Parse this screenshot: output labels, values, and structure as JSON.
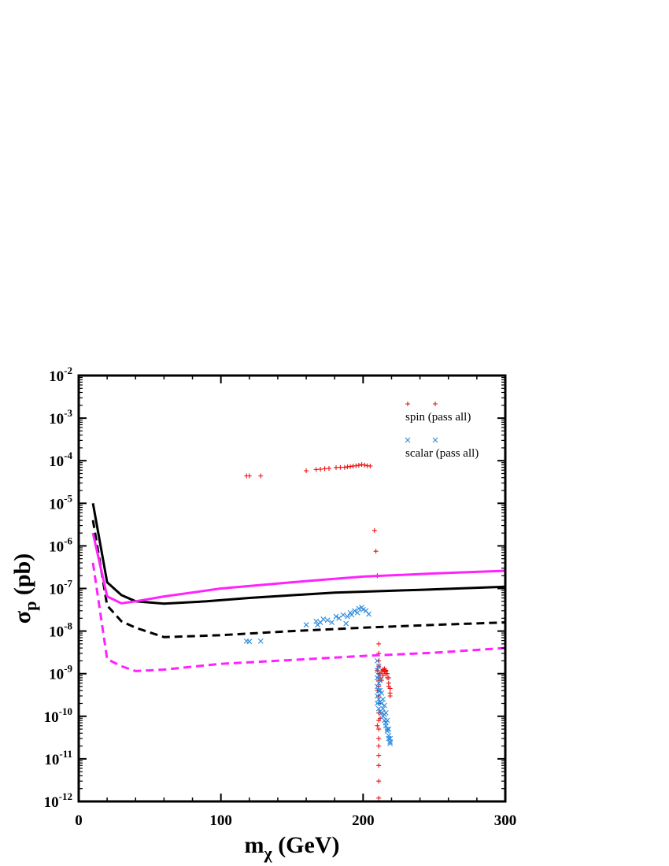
{
  "chart_data": {
    "type": "scatter",
    "xlabel": "m",
    "xlabel_sub": "χ",
    "xlabel_unit": " (GeV)",
    "ylabel": "σ",
    "ylabel_sub": "p",
    "ylabel_unit": " (pb)",
    "xlim": [
      0,
      300
    ],
    "ylim_log10": [
      -12,
      -2
    ],
    "log_y": true,
    "x_ticks": [
      0,
      100,
      200,
      300
    ],
    "y_ticks": [
      {
        "exp": -2,
        "label": "10",
        "sup": "-2"
      },
      {
        "exp": -3,
        "label": "10",
        "sup": "-3"
      },
      {
        "exp": -4,
        "label": "10",
        "sup": "-4"
      },
      {
        "exp": -5,
        "label": "10",
        "sup": "-5"
      },
      {
        "exp": -6,
        "label": "10",
        "sup": "-6"
      },
      {
        "exp": -7,
        "label": "10",
        "sup": "-7"
      },
      {
        "exp": -8,
        "label": "10",
        "sup": "-8"
      },
      {
        "exp": -9,
        "label": "10",
        "sup": "-9"
      },
      {
        "exp": -10,
        "label": "10",
        "sup": "-10"
      },
      {
        "exp": -11,
        "label": "10",
        "sup": "-11"
      },
      {
        "exp": -12,
        "label": "10",
        "sup": "-12"
      }
    ],
    "legend_position": "top-right",
    "series": [
      {
        "name": "spin (pass all)",
        "kind": "points",
        "marker": "plus",
        "color": "#ee1111",
        "points": [
          [
            118,
            4.4e-05
          ],
          [
            120,
            4.4e-05
          ],
          [
            128,
            4.4e-05
          ],
          [
            160,
            5.8e-05
          ],
          [
            167,
            6.2e-05
          ],
          [
            170,
            6.3e-05
          ],
          [
            173,
            6.5e-05
          ],
          [
            176,
            6.6e-05
          ],
          [
            181,
            6.9e-05
          ],
          [
            184,
            7e-05
          ],
          [
            187,
            7e-05
          ],
          [
            189,
            7.2e-05
          ],
          [
            191,
            7.3e-05
          ],
          [
            193,
            7.5e-05
          ],
          [
            195,
            7.6e-05
          ],
          [
            197,
            7.8e-05
          ],
          [
            199,
            8.1e-05
          ],
          [
            201,
            7.9e-05
          ],
          [
            203,
            7.6e-05
          ],
          [
            205,
            7.5e-05
          ],
          [
            208,
            2.3e-06
          ],
          [
            209,
            7.5e-07
          ],
          [
            210,
            2e-07
          ],
          [
            211,
            5e-09
          ],
          [
            211,
            3e-09
          ],
          [
            211,
            2e-09
          ],
          [
            211,
            1.5e-09
          ],
          [
            211,
            1e-09
          ],
          [
            211,
            7e-10
          ],
          [
            211,
            5e-10
          ],
          [
            211,
            3e-10
          ],
          [
            211,
            2e-10
          ],
          [
            211,
            1.2e-10
          ],
          [
            211,
            8e-11
          ],
          [
            211,
            5e-11
          ],
          [
            211,
            3e-11
          ],
          [
            211,
            2e-11
          ],
          [
            211,
            1.2e-11
          ],
          [
            211,
            7e-12
          ],
          [
            211,
            3e-12
          ],
          [
            211,
            1.2e-12
          ],
          [
            210,
            1.2e-09
          ],
          [
            210,
            4e-10
          ],
          [
            210,
            6e-11
          ],
          [
            212,
            8e-10
          ],
          [
            212,
            9e-11
          ],
          [
            212,
            1e-09
          ],
          [
            213,
            1.1e-09
          ],
          [
            214,
            1.2e-09
          ],
          [
            215,
            1.3e-09
          ],
          [
            216,
            1.2e-09
          ],
          [
            217,
            1e-09
          ],
          [
            218,
            8e-10
          ],
          [
            218,
            6e-10
          ],
          [
            219,
            4.5e-10
          ],
          [
            219,
            3.5e-10
          ],
          [
            213,
            7e-10
          ],
          [
            214,
            9e-10
          ],
          [
            215,
            1.1e-09
          ],
          [
            216,
            1e-09
          ],
          [
            217,
            8e-10
          ],
          [
            218,
            5e-10
          ],
          [
            219,
            3e-10
          ],
          [
            214,
            1.25e-09
          ],
          [
            216,
            1.15e-09
          ]
        ]
      },
      {
        "name": "scalar (pass all)",
        "kind": "points",
        "marker": "cross",
        "color": "#2a8ae0",
        "points": [
          [
            118,
            5.8e-09
          ],
          [
            120,
            5.7e-09
          ],
          [
            128,
            5.8e-09
          ],
          [
            160,
            1.4e-08
          ],
          [
            167,
            1.7e-08
          ],
          [
            168,
            1.4e-08
          ],
          [
            170,
            1.6e-08
          ],
          [
            172,
            1.9e-08
          ],
          [
            175,
            1.8e-08
          ],
          [
            178,
            1.6e-08
          ],
          [
            181,
            2.2e-08
          ],
          [
            183,
            2e-08
          ],
          [
            186,
            2.4e-08
          ],
          [
            188,
            1.5e-08
          ],
          [
            189,
            2.2e-08
          ],
          [
            191,
            2.7e-08
          ],
          [
            192,
            2.4e-08
          ],
          [
            194,
            3e-08
          ],
          [
            196,
            2.7e-08
          ],
          [
            197,
            3.4e-08
          ],
          [
            199,
            3.6e-08
          ],
          [
            200,
            3.2e-08
          ],
          [
            202,
            3e-08
          ],
          [
            204,
            2.5e-08
          ],
          [
            210,
            2e-09
          ],
          [
            210,
            1.2e-09
          ],
          [
            210,
            8e-10
          ],
          [
            210,
            5e-10
          ],
          [
            210,
            3e-10
          ],
          [
            210,
            2e-10
          ],
          [
            211,
            1.5e-09
          ],
          [
            211,
            9e-10
          ],
          [
            211,
            6e-10
          ],
          [
            211,
            4e-10
          ],
          [
            211,
            2.5e-10
          ],
          [
            211,
            1.5e-10
          ],
          [
            212,
            7e-10
          ],
          [
            212,
            4e-10
          ],
          [
            212,
            2.2e-10
          ],
          [
            212,
            1.3e-10
          ],
          [
            213,
            3.5e-10
          ],
          [
            213,
            2e-10
          ],
          [
            213,
            1.2e-10
          ],
          [
            214,
            2.5e-10
          ],
          [
            214,
            1.5e-10
          ],
          [
            214,
            1e-10
          ],
          [
            215,
            1.8e-10
          ],
          [
            215,
            1.1e-10
          ],
          [
            215,
            8e-11
          ],
          [
            216,
            1.2e-10
          ],
          [
            216,
            7e-11
          ],
          [
            216,
            6e-11
          ],
          [
            217,
            8e-11
          ],
          [
            217,
            5e-11
          ],
          [
            217,
            4.5e-11
          ],
          [
            218,
            5e-11
          ],
          [
            218,
            3.5e-11
          ],
          [
            218,
            3e-11
          ],
          [
            219,
            3e-11
          ],
          [
            219,
            2.5e-11
          ],
          [
            219,
            2.3e-11
          ]
        ]
      },
      {
        "kind": "line",
        "dash": false,
        "color": "#000000",
        "points": [
          [
            10,
            1e-05
          ],
          [
            20,
            1.4e-07
          ],
          [
            30,
            7e-08
          ],
          [
            40,
            5e-08
          ],
          [
            60,
            4.4e-08
          ],
          [
            90,
            5e-08
          ],
          [
            120,
            6e-08
          ],
          [
            180,
            8e-08
          ],
          [
            240,
            9.3e-08
          ],
          [
            300,
            1.1e-07
          ]
        ]
      },
      {
        "kind": "line",
        "dash": true,
        "color": "#000000",
        "points": [
          [
            10,
            4e-06
          ],
          [
            20,
            4e-08
          ],
          [
            30,
            1.7e-08
          ],
          [
            40,
            1.2e-08
          ],
          [
            60,
            7.2e-09
          ],
          [
            100,
            8e-09
          ],
          [
            150,
            1e-08
          ],
          [
            200,
            1.2e-08
          ],
          [
            250,
            1.4e-08
          ],
          [
            300,
            1.6e-08
          ]
        ]
      },
      {
        "kind": "line",
        "dash": false,
        "color": "#ff22ff",
        "points": [
          [
            10,
            2e-06
          ],
          [
            20,
            6.5e-08
          ],
          [
            30,
            4.5e-08
          ],
          [
            40,
            5e-08
          ],
          [
            60,
            6.5e-08
          ],
          [
            100,
            1e-07
          ],
          [
            150,
            1.4e-07
          ],
          [
            200,
            1.9e-07
          ],
          [
            250,
            2.25e-07
          ],
          [
            300,
            2.6e-07
          ]
        ]
      },
      {
        "kind": "line",
        "dash": true,
        "color": "#ff22ff",
        "points": [
          [
            10,
            4e-07
          ],
          [
            20,
            2.2e-09
          ],
          [
            30,
            1.5e-09
          ],
          [
            40,
            1.15e-09
          ],
          [
            60,
            1.25e-09
          ],
          [
            100,
            1.7e-09
          ],
          [
            150,
            2.1e-09
          ],
          [
            200,
            2.6e-09
          ],
          [
            250,
            3.1e-09
          ],
          [
            300,
            4e-09
          ]
        ]
      }
    ]
  }
}
